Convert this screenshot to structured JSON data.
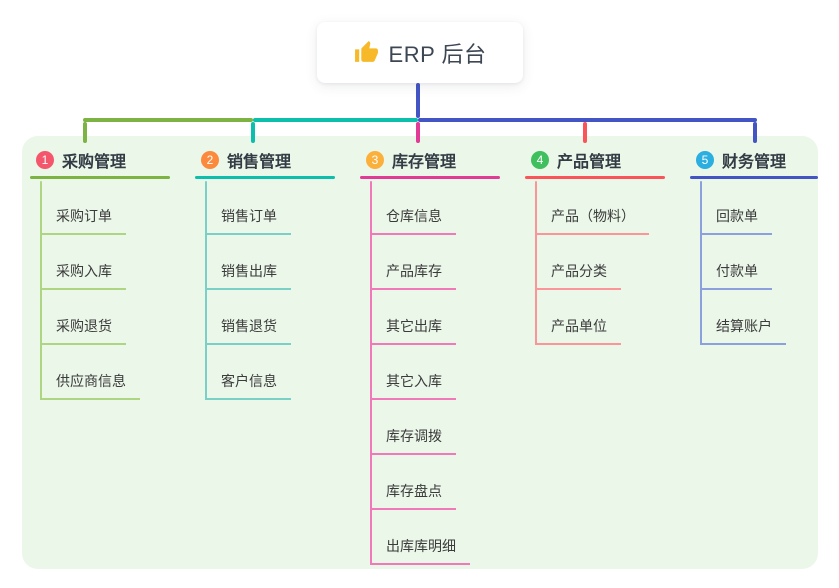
{
  "root": {
    "title": "ERP 后台",
    "icon": "thumbs-up"
  },
  "branches": [
    {
      "num": "1",
      "label": "采购管理",
      "children": [
        "采购订单",
        "采购入库",
        "采购退货",
        "供应商信息"
      ],
      "line_color": "#7cb342",
      "child_line_color": "#aed581",
      "badge_color": "#f4566c"
    },
    {
      "num": "2",
      "label": "销售管理",
      "children": [
        "销售订单",
        "销售出库",
        "销售退货",
        "客户信息"
      ],
      "line_color": "#0cbfad",
      "child_line_color": "#7ad0c6",
      "badge_color": "#fb8a3c"
    },
    {
      "num": "3",
      "label": "库存管理",
      "children": [
        "仓库信息",
        "产品库存",
        "其它出库",
        "其它入库",
        "库存调拨",
        "库存盘点",
        "出库库明细"
      ],
      "line_color": "#e23a97",
      "child_line_color": "#f179ba",
      "badge_color": "#fcb03c"
    },
    {
      "num": "4",
      "label": "产品管理",
      "children": [
        "产品（物料）",
        "产品分类",
        "产品单位"
      ],
      "line_color": "#fb5458",
      "child_line_color": "#fb9598",
      "badge_color": "#3fbf5d"
    },
    {
      "num": "5",
      "label": "财务管理",
      "children": [
        "回款单",
        "付款单",
        "结算账户"
      ],
      "line_color": "#4355c5",
      "child_line_color": "#8ca0dd",
      "badge_color": "#2baee0"
    }
  ],
  "colors": {
    "panel_background": "#ebf7e9",
    "root_connector": "#4355c5",
    "root_text": "#3d4653",
    "header_text": "#333b44",
    "child_text": "#3b3b3b",
    "thumbs_up_yellow": "#f7b928"
  }
}
